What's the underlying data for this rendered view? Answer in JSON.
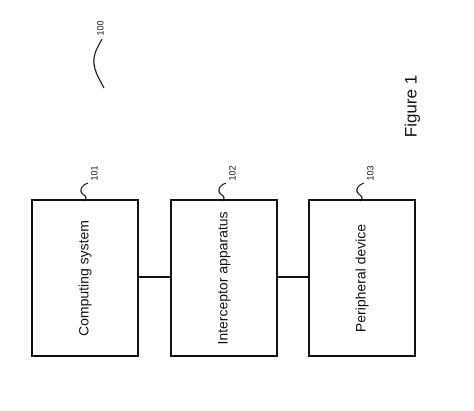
{
  "figure": {
    "caption": "Figure 1",
    "ref": "100"
  },
  "blocks": [
    {
      "ref": "101",
      "label": "Computing system"
    },
    {
      "ref": "102",
      "label": "Interceptor apparatus"
    },
    {
      "ref": "103",
      "label": "Peripheral device"
    }
  ]
}
